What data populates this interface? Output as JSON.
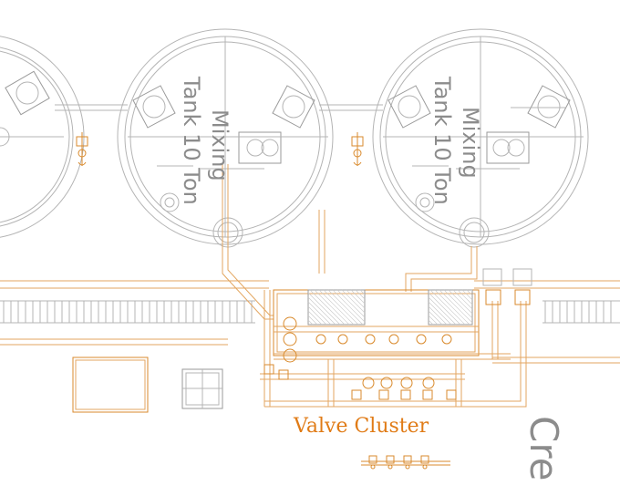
{
  "tanks": [
    {
      "line1": "Mixing",
      "line2": "Tank 10 Ton"
    },
    {
      "line1": "Mixing",
      "line2": "Tank 10 Ton"
    }
  ],
  "valve_cluster_label": "Valve Cluster",
  "cut_off_label": "Cre",
  "colors": {
    "background": "#ffffff",
    "tank_lines": "#b4b4b4",
    "piping": "#e3a660",
    "valve_label": "#e07b16",
    "tank_label": "#8c8c8c"
  }
}
